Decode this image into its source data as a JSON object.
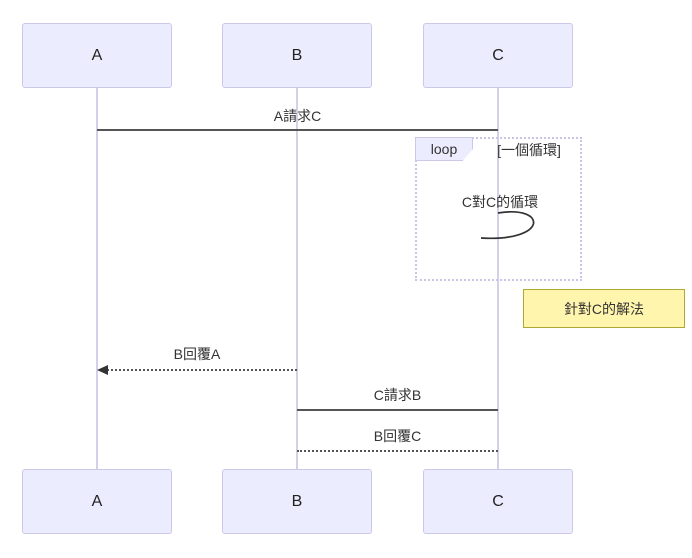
{
  "diagram": {
    "type": "sequence-diagram",
    "actors": [
      {
        "id": "A",
        "label": "A"
      },
      {
        "id": "B",
        "label": "B"
      },
      {
        "id": "C",
        "label": "C"
      }
    ],
    "messages": [
      {
        "from": "A",
        "to": "C",
        "label": "A請求C",
        "line": "solid",
        "arrow": "none"
      },
      {
        "from": "C",
        "to": "C",
        "label": "C對C的循環",
        "line": "self-loop",
        "arrow": "none"
      },
      {
        "from": "B",
        "to": "A",
        "label": "B回覆A",
        "line": "dotted",
        "arrow": "filled-left"
      },
      {
        "from": "C",
        "to": "B",
        "label": "C請求B",
        "line": "solid",
        "arrow": "none"
      },
      {
        "from": "B",
        "to": "C",
        "label": "B回覆C",
        "line": "dotted",
        "arrow": "none"
      }
    ],
    "loop_frame": {
      "label": "loop",
      "condition": "[一個循環]"
    },
    "note": {
      "text": "針對C的解法",
      "position": "right-of-C"
    },
    "colors": {
      "background": "#FFFFFF",
      "actor_fill": "#ECECFF",
      "actor_border": "#CCC9E8",
      "lifeline": "#D5CFE8",
      "message_line": "#555555",
      "text": "#333333",
      "loop_border": "#C9C5E8",
      "loop_tag_fill": "#ECECFF",
      "note_fill": "#FFF5AD",
      "note_border": "#AAAA33"
    }
  }
}
